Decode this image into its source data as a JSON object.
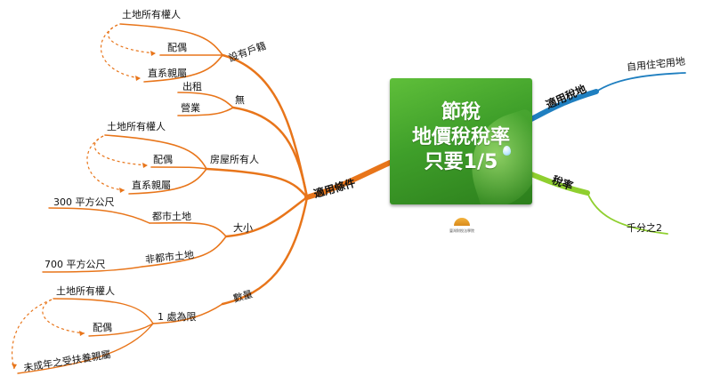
{
  "center": {
    "line1": "節稅",
    "line2": "地價稅稅率",
    "line3": "只要1/5"
  },
  "logo_text": "臺灣財稅法學院",
  "branches": {
    "applicable_conditions": "適用條件",
    "applicable_land": "適用稅地",
    "tax_rate": "稅率",
    "household_registration": {
      "label": "設有戶籍",
      "items": [
        "土地所有權人",
        "配偶",
        "直系親屬"
      ]
    },
    "none": {
      "label": "無",
      "items": [
        "出租",
        "營業"
      ]
    },
    "house_owner": {
      "label": "房屋所有人",
      "items": [
        "土地所有權人",
        "配偶",
        "直系親屬"
      ]
    },
    "size": {
      "label": "大小",
      "urban": "都市土地",
      "urban_value": "300  平方公尺",
      "non_urban": "非都市土地",
      "non_urban_value": "700  平方公尺"
    },
    "quantity": {
      "label": "數量",
      "limit": "1  處為限",
      "items": [
        "土地所有權人",
        "配偶",
        "未成年之受扶養親屬"
      ]
    },
    "land_use": "自用住宅用地",
    "rate_value": "千分之2"
  },
  "colors": {
    "orange": "#e8751a",
    "blue": "#1f7fc0",
    "green": "#8fcf2f",
    "center_green": "#3f9f2a"
  }
}
